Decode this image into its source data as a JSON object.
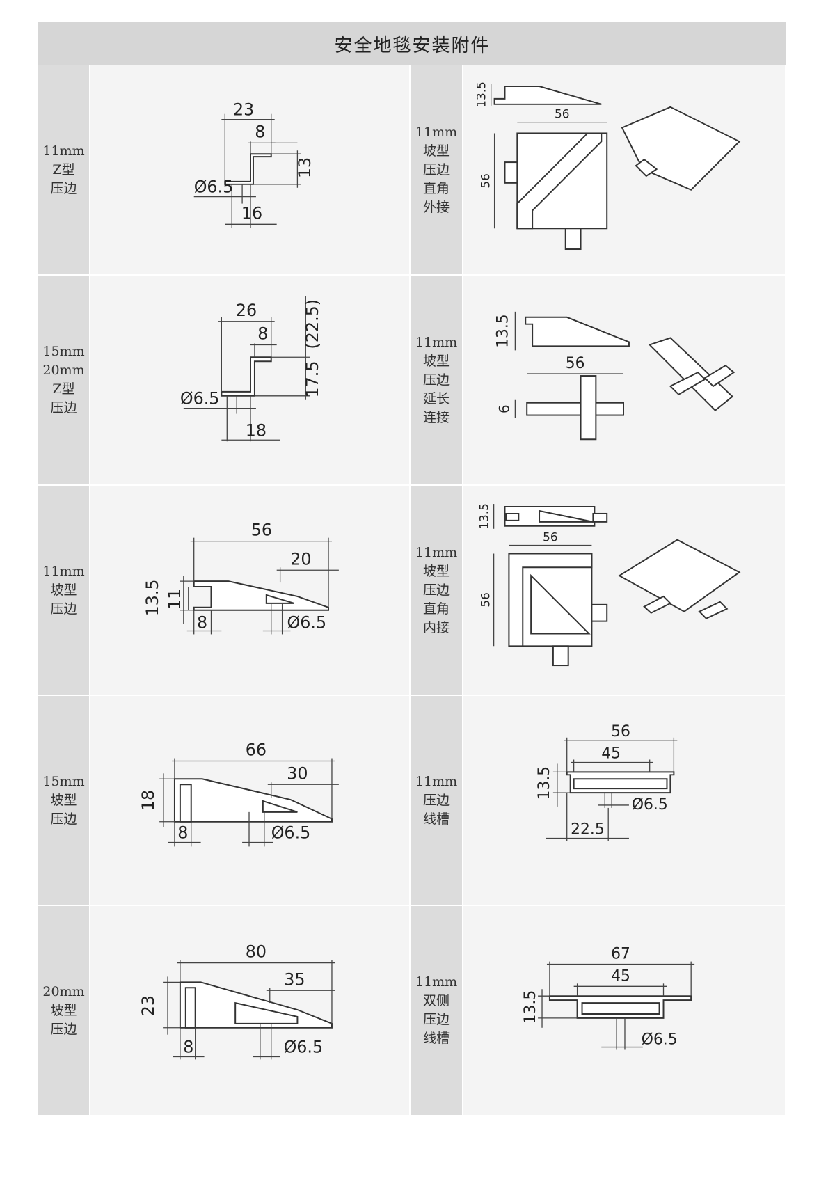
{
  "page": {
    "title": "安全地毯安装附件"
  },
  "rows": [
    {
      "left": {
        "label": "11mm\nZ型\n压边",
        "dims": {
          "width": "23",
          "flange": "8",
          "height": "13",
          "hole": "Ø6.5",
          "pitch": "16"
        }
      },
      "right": {
        "label": "11mm\n坡型\n压边\n直角\n外接",
        "dims": {
          "thickness": "13.5",
          "width": "56",
          "depth": "56"
        }
      }
    },
    {
      "left": {
        "label": "15mm\n20mm\nZ型\n压边",
        "dims": {
          "width": "26",
          "flange": "8",
          "height_total": "(22.5)",
          "height": "17.5",
          "hole": "Ø6.5",
          "pitch": "18"
        }
      },
      "right": {
        "label": "11mm\n坡型\n压边\n延长\n连接",
        "dims": {
          "thickness": "13.5",
          "width": "56",
          "base": "6"
        }
      }
    },
    {
      "left": {
        "label": "11mm\n坡型\n压边",
        "dims": {
          "width": "56",
          "slope": "20",
          "height": "13.5",
          "inner": "11",
          "step": "8",
          "hole": "Ø6.5"
        }
      },
      "right": {
        "label": "11mm\n坡型\n压边\n直角\n内接",
        "dims": {
          "thickness": "13.5",
          "width": "56",
          "depth": "56"
        }
      }
    },
    {
      "left": {
        "label": "15mm\n坡型\n压边",
        "dims": {
          "width": "66",
          "slope": "30",
          "height": "18",
          "step": "8",
          "hole": "Ø6.5"
        }
      },
      "right": {
        "label": "11mm\n压边\n线槽",
        "dims": {
          "outer": "56",
          "inner": "45",
          "height": "13.5",
          "hole": "Ø6.5",
          "pitch": "22.5"
        }
      }
    },
    {
      "left": {
        "label": "20mm\n坡型\n压边",
        "dims": {
          "width": "80",
          "slope": "35",
          "height": "23",
          "step": "8",
          "hole": "Ø6.5"
        }
      },
      "right": {
        "label": "11mm\n双侧\n压边\n线槽",
        "dims": {
          "outer": "67",
          "inner": "45",
          "height": "13.5",
          "hole": "Ø6.5"
        }
      }
    }
  ]
}
